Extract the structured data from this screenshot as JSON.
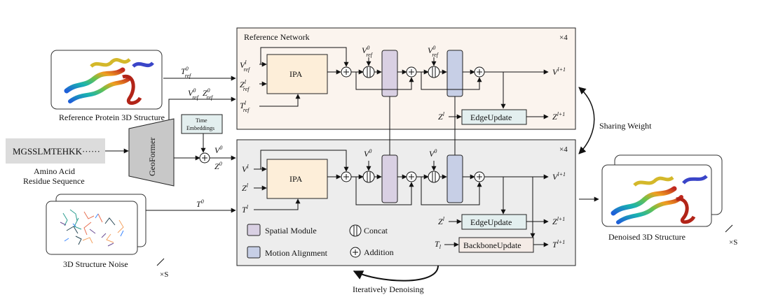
{
  "reference_network": {
    "title": "Reference Network",
    "repeat": "×4",
    "ipa_label": "IPA",
    "inputs": {
      "v": "V",
      "v_sup": "l",
      "v_sub": "ref",
      "z": "Z",
      "z_sup": "l",
      "z_sub": "ref",
      "t": "T",
      "t_sup": "l",
      "t_sub": "ref"
    },
    "vref0": {
      "base": "V",
      "sup": "0",
      "sub": "ref"
    },
    "output_v": {
      "base": "V",
      "sup": "l+1"
    },
    "z_in": {
      "base": "Z",
      "sup": "l"
    },
    "edge_update": "EdgeUpdate",
    "output_z": {
      "base": "Z",
      "sup": "l+1"
    }
  },
  "main_network": {
    "repeat": "×4",
    "ipa_label": "IPA",
    "inputs": {
      "v": "V",
      "v_sup": "l",
      "z": "Z",
      "z_sup": "l",
      "t": "T",
      "t_sup": "l"
    },
    "v0": {
      "base": "V",
      "sup": "0"
    },
    "output_v": {
      "base": "V",
      "sup": "l+1"
    },
    "z_in": {
      "base": "Z",
      "sup": "l"
    },
    "edge_update": "EdgeUpdate",
    "output_z": {
      "base": "Z",
      "sup": "l+1"
    },
    "t_in": {
      "base": "T",
      "sub": "l"
    },
    "backbone_update": "BackboneUpdate",
    "output_t": {
      "base": "T",
      "sup": "l+1"
    }
  },
  "left": {
    "reference_caption": "Reference Protein 3D Structure",
    "t_ref0": {
      "base": "T",
      "sup": "0",
      "sub": "ref"
    },
    "vz_ref0": {
      "v": "V",
      "z": "Z",
      "sup": "0",
      "sub": "ref"
    },
    "sequence": "MGSSLMTEHKK······",
    "sequence_caption_1": "Amino Acid",
    "sequence_caption_2": "Residue Sequence",
    "geoformer": "GeoFormer",
    "time_emb_1": "Time",
    "time_emb_2": "Embeddings",
    "v0": {
      "base": "V",
      "sup": "0"
    },
    "z0": {
      "base": "Z",
      "sup": "0"
    },
    "t0": {
      "base": "T",
      "sup": "0"
    },
    "noise_caption": "3D Structure Noise",
    "noise_multiplier": "×S"
  },
  "legend": {
    "spatial": "Spatial Module",
    "motion": "Motion Alignment",
    "concat": "Concat",
    "addition": "Addition"
  },
  "sharing_weight": "Sharing Weight",
  "iteratively_denoising": "Iteratively Denoising",
  "right": {
    "caption": "Denoised 3D Structure",
    "multiplier": "×S"
  },
  "colors": {
    "ref_bg": "#fbf4ee",
    "main_bg": "#ededed",
    "ipa_fill": "#fdeed9",
    "spatial_fill": "#d9d0e3",
    "motion_fill": "#c7cfe6",
    "edge_fill": "#e3efef",
    "backbone_fill": "#f4ebe6",
    "seq_bg": "#dcdcdc",
    "geoformer_fill": "#c8c8c8",
    "time_fill": "#e3efef"
  }
}
